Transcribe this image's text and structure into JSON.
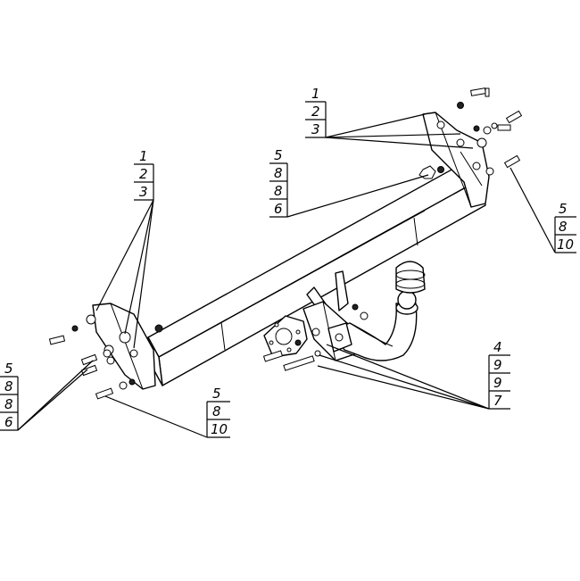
{
  "callouts": [
    {
      "id": "top-center",
      "numbers": [
        "1",
        "2",
        "3"
      ]
    },
    {
      "id": "left-upper",
      "numbers": [
        "1",
        "2",
        "3"
      ]
    },
    {
      "id": "center-left",
      "numbers": [
        "5",
        "8",
        "8",
        "6"
      ]
    },
    {
      "id": "right",
      "numbers": [
        "5",
        "8",
        "10"
      ]
    },
    {
      "id": "left-lower",
      "numbers": [
        "5",
        "8",
        "8",
        "6"
      ]
    },
    {
      "id": "bottom-left",
      "numbers": [
        "5",
        "8",
        "10"
      ]
    },
    {
      "id": "bottom-right",
      "numbers": [
        "4",
        "9",
        "9",
        "7"
      ]
    }
  ]
}
